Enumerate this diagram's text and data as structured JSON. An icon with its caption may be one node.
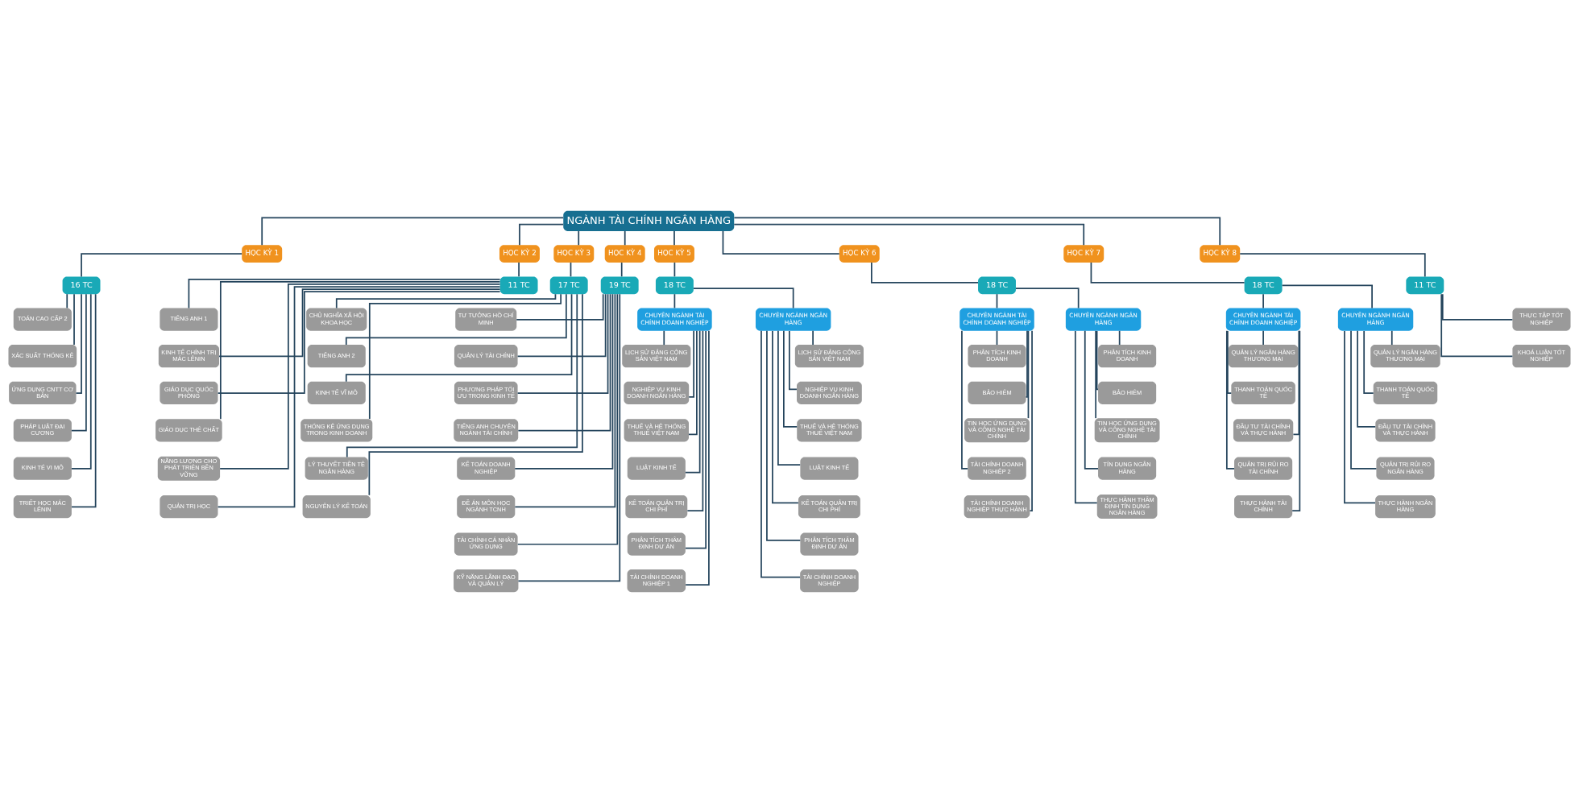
{
  "diagram": {
    "nodes": [
      {
        "text": [
          "NGÀNH TÀI CHÍNH NGÂN HÀNG"
        ]
      },
      {
        "text": [
          "HỌC KỲ 1"
        ]
      },
      {
        "text": [
          "HỌC KỲ 2"
        ]
      },
      {
        "text": [
          "HỌC KỲ 3"
        ]
      },
      {
        "text": [
          "HỌC KỲ 4"
        ]
      },
      {
        "text": [
          "HỌC KỲ 5"
        ]
      },
      {
        "text": [
          "HỌC KỲ 6"
        ]
      },
      {
        "text": [
          "HỌC KỲ 7"
        ]
      },
      {
        "text": [
          "HỌC KỲ 8"
        ]
      },
      {
        "text": [
          "16 TC"
        ]
      },
      {
        "text": [
          "11 TC"
        ]
      },
      {
        "text": [
          "17 TC"
        ]
      },
      {
        "text": [
          "19 TC"
        ]
      },
      {
        "text": [
          "18 TC"
        ]
      },
      {
        "text": [
          "18 TC"
        ]
      },
      {
        "text": [
          "18 TC"
        ]
      },
      {
        "text": [
          "11 TC"
        ]
      },
      {
        "text": [
          "TOÁN CAO CẤP 2"
        ]
      },
      {
        "text": [
          "XÁC SUẤT THỐNG KÊ"
        ]
      },
      {
        "text": [
          "ỨNG DỤNG CNTT CƠ BẢN"
        ]
      },
      {
        "text": [
          "PHÁP LUẬT ĐẠI CƯƠNG"
        ]
      },
      {
        "text": [
          "KINH TÉ VI MÔ"
        ]
      },
      {
        "text": [
          "TRIẾT HỌC MÁC LÊNIN"
        ]
      },
      {
        "text": [
          "TIẾNG ANH 1"
        ]
      },
      {
        "text": [
          "KINH TẾ CHÍNH TRỊ MÁC LÊNIN"
        ]
      },
      {
        "text": [
          "GIÁO DỤC QUỐC PHÒNG"
        ]
      },
      {
        "text": [
          "GIÁO DỤC THỂ CHẤT"
        ]
      },
      {
        "text": [
          "NĂNG LƯỢNG CHO PHÁT TRIỂN BỀN VỮNG"
        ]
      },
      {
        "text": [
          "QUẢN TRỊ HỌC"
        ]
      },
      {
        "text": [
          "CHỦ NGHĨA XÃ HỘI KHOA HỌC"
        ]
      },
      {
        "text": [
          "TIẾNG ANH 2"
        ]
      },
      {
        "text": [
          "KINH TẾ VĨ MÔ"
        ]
      },
      {
        "text": [
          "THỐNG KÊ ỨNG DỤNG TRONG KINH DOANH"
        ]
      },
      {
        "text": [
          "LÝ THUYẾT TIỀN TỆ NGÂN HÀNG"
        ]
      },
      {
        "text": [
          "NGUYÊN LÝ KẾ TOÁN"
        ]
      },
      {
        "text": [
          "TƯ TƯỞNG HỒ CHÍ MINH"
        ]
      },
      {
        "text": [
          "QUẢN LÝ TÀI CHÍNH"
        ]
      },
      {
        "text": [
          "PHƯƠNG PHÁP TỐI ƯU TRONG KINH TẾ"
        ]
      },
      {
        "text": [
          "TIẾNG ANH CHUYÊN NGÀNH TÀI CHÍNH"
        ]
      },
      {
        "text": [
          "KẾ TOÁN DOANH NGHIỆP"
        ]
      },
      {
        "text": [
          "ĐỀ ÁN MÔN HỌC NGÀNH TCNH"
        ]
      },
      {
        "text": [
          "TÀI CHÍNH CÁ NHÂN ỨNG DỤNG"
        ]
      },
      {
        "text": [
          "KỸ NĂNG LÃNH ĐẠO VÀ QUẢN LÝ"
        ]
      },
      {
        "text": [
          "CHUYÊN NGÀNH TÀI CHÍNH DOANH NGHIỆP"
        ]
      },
      {
        "text": [
          "LỊCH SỬ ĐẢNG CỘNG SẢN VIỆT NAM"
        ]
      },
      {
        "text": [
          "NGHIỆP VỤ KINH DOANH NGÂN HÀNG"
        ]
      },
      {
        "text": [
          "THUẾ VÀ HỆ THỐNG THUẾ VIỆT NAM"
        ]
      },
      {
        "text": [
          "LUẬT KINH TẾ"
        ]
      },
      {
        "text": [
          "KẾ TOÁN QUẢN TRỊ CHI PHÍ"
        ]
      },
      {
        "text": [
          "PHÂN TÍCH THẨM ĐỊNH DỰ ÁN"
        ]
      },
      {
        "text": [
          "TÀI CHÍNH DOANH NGHIỆP 1"
        ]
      },
      {
        "text": [
          "CHUYÊN NGÀNH NGÂN HÀNG"
        ]
      },
      {
        "text": [
          "LỊCH SỬ ĐẢNG CỘNG SẢN VIỆT NAM"
        ]
      },
      {
        "text": [
          "NGHIỆP VỤ KINH DOANH NGÂN HÀNG"
        ]
      },
      {
        "text": [
          "THUẾ VÀ HỆ THỐNG THUẾ VIỆT NAM"
        ]
      },
      {
        "text": [
          "LUẬT KINH TẾ"
        ]
      },
      {
        "text": [
          "KẾ TOÁN QUẢN TRỊ CHI PHÍ"
        ]
      },
      {
        "text": [
          "PHÂN TÍCH THẨM ĐỊNH DỰ ÁN"
        ]
      },
      {
        "text": [
          "TÀI CHÍNH DOANH NGHIỆP"
        ]
      },
      {
        "text": [
          "CHUYÊN NGÀNH TÀI CHÍNH DOANH NGHIỆP"
        ]
      },
      {
        "text": [
          "PHÂN TÍCH KINH DOANH"
        ]
      },
      {
        "text": [
          "BẢO HIỂM"
        ]
      },
      {
        "text": [
          "TIN HỌC ỨNG DỤNG VÀ CÔNG NGHỆ TÀI CHÍNH"
        ]
      },
      {
        "text": [
          "TÀI CHÍNH DOANH NGHIỆP 2"
        ]
      },
      {
        "text": [
          "TÀI CHÍNH DOANH NGHIỆP THỰC HÀNH"
        ]
      },
      {
        "text": [
          "CHUYÊN NGÀNH NGÂN HÀNG"
        ]
      },
      {
        "text": [
          "PHÂN TÍCH KINH DOANH"
        ]
      },
      {
        "text": [
          "BẢO HIỂM"
        ]
      },
      {
        "text": [
          "TIN HỌC ỨNG DỤNG VÀ CÔNG NGHỆ TÀI CHÍNH"
        ]
      },
      {
        "text": [
          "TÍN DỤNG NGÂN HÀNG"
        ]
      },
      {
        "text": [
          "THỰC HÀNH THẨM ĐỊNH TÍN DỤNG NGÂN HÀNG"
        ]
      },
      {
        "text": [
          "CHUYÊN NGÀNH TÀI CHÍNH DOANH NGHIỆP"
        ]
      },
      {
        "text": [
          "QUẢN LÝ NGÂN HÀNG THƯƠNG MẠI"
        ]
      },
      {
        "text": [
          "THANH TOÁN QUỐC TẾ"
        ]
      },
      {
        "text": [
          "ĐẦU TƯ TÀI CHÍNH VÀ THỰC HÀNH"
        ]
      },
      {
        "text": [
          "QUẢN TRỊ RỦI RO TÀI CHÍNH"
        ]
      },
      {
        "text": [
          "THỰC HÀNH TÀI CHÍNH"
        ]
      },
      {
        "text": [
          "CHUYÊN NGÀNH NGÂN HÀNG"
        ]
      },
      {
        "text": [
          "QUẢN LÝ NGÂN HÀNG THƯƠNG MẠI"
        ]
      },
      {
        "text": [
          "THANH TOÁN QUỐC TẾ"
        ]
      },
      {
        "text": [
          "ĐẦU TƯ TÀI CHÍNH VÀ THỰC HÀNH"
        ]
      },
      {
        "text": [
          "QUẢN TRỊ RỦI RO NGÂN HÀNG"
        ]
      },
      {
        "text": [
          "THỰC HÀNH NGÂN HÀNG"
        ]
      },
      {
        "text": [
          "THỰC TẬP TỐT NGHIỆP"
        ]
      },
      {
        "text": [
          "KHOÁ LUẬN TỐT NGHIỆP"
        ]
      }
    ],
    "edges": [
      {
        "from": 0,
        "to": 1,
        "arrow": "none"
      },
      {
        "from": 0,
        "to": 2,
        "arrow": "none"
      },
      {
        "from": 0,
        "to": 3,
        "arrow": "none"
      },
      {
        "from": 0,
        "to": 4,
        "arrow": "none"
      },
      {
        "from": 0,
        "to": 5,
        "arrow": "none"
      },
      {
        "from": 0,
        "to": 6,
        "arrow": "none"
      },
      {
        "from": 0,
        "to": 7,
        "arrow": "none"
      },
      {
        "from": 0,
        "to": 8,
        "arrow": "none"
      },
      {
        "from": 1,
        "to": 9,
        "arrow": "none"
      },
      {
        "from": 2,
        "to": 10,
        "arrow": "none"
      },
      {
        "from": 3,
        "to": 11,
        "arrow": "none"
      },
      {
        "from": 4,
        "to": 12,
        "arrow": "none"
      },
      {
        "from": 5,
        "to": 13,
        "arrow": "none"
      },
      {
        "from": 6,
        "to": 14,
        "arrow": "none"
      },
      {
        "from": 7,
        "to": 15,
        "arrow": "none"
      },
      {
        "from": 8,
        "to": 16,
        "arrow": "none"
      },
      {
        "from": 9,
        "to": 17,
        "arrow": "none"
      },
      {
        "from": 9,
        "to": 18,
        "arrow": "none"
      },
      {
        "from": 9,
        "to": 19,
        "arrow": "none"
      },
      {
        "from": 9,
        "to": 20,
        "arrow": "none"
      },
      {
        "from": 9,
        "to": 21,
        "arrow": "none"
      },
      {
        "from": 9,
        "to": 22,
        "arrow": "none"
      },
      {
        "from": 10,
        "to": 23,
        "arrow": "none"
      },
      {
        "from": 10,
        "to": 24,
        "arrow": "none"
      },
      {
        "from": 10,
        "to": 25,
        "arrow": "none"
      },
      {
        "from": 10,
        "to": 26,
        "arrow": "none"
      },
      {
        "from": 10,
        "to": 27,
        "arrow": "none"
      },
      {
        "from": 10,
        "to": 28,
        "arrow": "none"
      },
      {
        "from": 11,
        "to": 29,
        "arrow": "none"
      },
      {
        "from": 11,
        "to": 30,
        "arrow": "none"
      },
      {
        "from": 11,
        "to": 31,
        "arrow": "none"
      },
      {
        "from": 11,
        "to": 32,
        "arrow": "none"
      },
      {
        "from": 11,
        "to": 33,
        "arrow": "none"
      },
      {
        "from": 11,
        "to": 34,
        "arrow": "none"
      },
      {
        "from": 12,
        "to": 35,
        "arrow": "none"
      },
      {
        "from": 12,
        "to": 36,
        "arrow": "none"
      },
      {
        "from": 12,
        "to": 37,
        "arrow": "none"
      },
      {
        "from": 12,
        "to": 38,
        "arrow": "none"
      },
      {
        "from": 12,
        "to": 39,
        "arrow": "none"
      },
      {
        "from": 12,
        "to": 40,
        "arrow": "none"
      },
      {
        "from": 12,
        "to": 41,
        "arrow": "none"
      },
      {
        "from": 12,
        "to": 42,
        "arrow": "none"
      },
      {
        "from": 13,
        "to": 43,
        "arrow": "none"
      },
      {
        "from": 13,
        "to": 51,
        "arrow": "none"
      },
      {
        "from": 43,
        "to": 44,
        "arrow": "none"
      },
      {
        "from": 43,
        "to": 45,
        "arrow": "none"
      },
      {
        "from": 43,
        "to": 46,
        "arrow": "none"
      },
      {
        "from": 43,
        "to": 47,
        "arrow": "none"
      },
      {
        "from": 43,
        "to": 48,
        "arrow": "none"
      },
      {
        "from": 43,
        "to": 49,
        "arrow": "none"
      },
      {
        "from": 43,
        "to": 50,
        "arrow": "none"
      },
      {
        "from": 51,
        "to": 52,
        "arrow": "none"
      },
      {
        "from": 51,
        "to": 53,
        "arrow": "none"
      },
      {
        "from": 51,
        "to": 54,
        "arrow": "none"
      },
      {
        "from": 51,
        "to": 55,
        "arrow": "none"
      },
      {
        "from": 51,
        "to": 56,
        "arrow": "none"
      },
      {
        "from": 51,
        "to": 57,
        "arrow": "none"
      },
      {
        "from": 51,
        "to": 58,
        "arrow": "none"
      },
      {
        "from": 14,
        "to": 59,
        "arrow": "none"
      },
      {
        "from": 14,
        "to": 65,
        "arrow": "none"
      },
      {
        "from": 59,
        "to": 60,
        "arrow": "none"
      },
      {
        "from": 59,
        "to": 61,
        "arrow": "none"
      },
      {
        "from": 59,
        "to": 62,
        "arrow": "none"
      },
      {
        "from": 59,
        "to": 63,
        "arrow": "none"
      },
      {
        "from": 59,
        "to": 64,
        "arrow": "none"
      },
      {
        "from": 65,
        "to": 66,
        "arrow": "none"
      },
      {
        "from": 65,
        "to": 67,
        "arrow": "none"
      },
      {
        "from": 65,
        "to": 68,
        "arrow": "none"
      },
      {
        "from": 65,
        "to": 69,
        "arrow": "none"
      },
      {
        "from": 65,
        "to": 70,
        "arrow": "none"
      },
      {
        "from": 15,
        "to": 71,
        "arrow": "none"
      },
      {
        "from": 15,
        "to": 77,
        "arrow": "none"
      },
      {
        "from": 71,
        "to": 72,
        "arrow": "none"
      },
      {
        "from": 71,
        "to": 73,
        "arrow": "none"
      },
      {
        "from": 71,
        "to": 74,
        "arrow": "none"
      },
      {
        "from": 71,
        "to": 75,
        "arrow": "none"
      },
      {
        "from": 71,
        "to": 76,
        "arrow": "none"
      },
      {
        "from": 77,
        "to": 78,
        "arrow": "none"
      },
      {
        "from": 77,
        "to": 79,
        "arrow": "none"
      },
      {
        "from": 77,
        "to": 80,
        "arrow": "none"
      },
      {
        "from": 77,
        "to": 81,
        "arrow": "none"
      },
      {
        "from": 77,
        "to": 82,
        "arrow": "none"
      },
      {
        "from": 16,
        "to": 83,
        "arrow": "none"
      },
      {
        "from": 16,
        "to": 84,
        "arrow": "none"
      }
    ]
  }
}
